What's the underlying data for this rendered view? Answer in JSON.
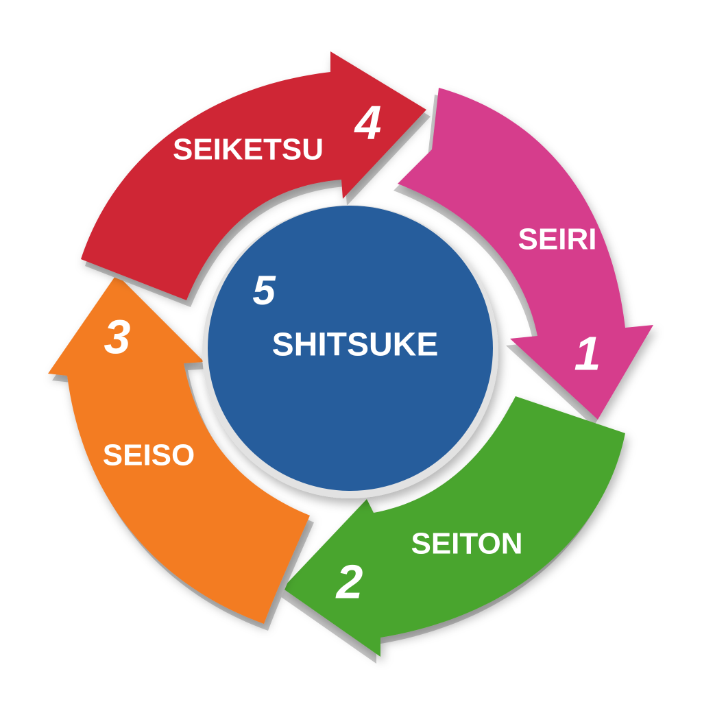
{
  "steps": [
    {
      "number": "1",
      "label": "SEIRI",
      "color": "#d63d8c"
    },
    {
      "number": "2",
      "label": "SEITON",
      "color": "#4aa52e"
    },
    {
      "number": "3",
      "label": "SEISO",
      "color": "#f37b24"
    },
    {
      "number": "4",
      "label": "SEIKETSU",
      "color": "#cf2534"
    }
  ],
  "center": {
    "number": "5",
    "label": "SHITSUKE",
    "color": "#265d9c"
  }
}
